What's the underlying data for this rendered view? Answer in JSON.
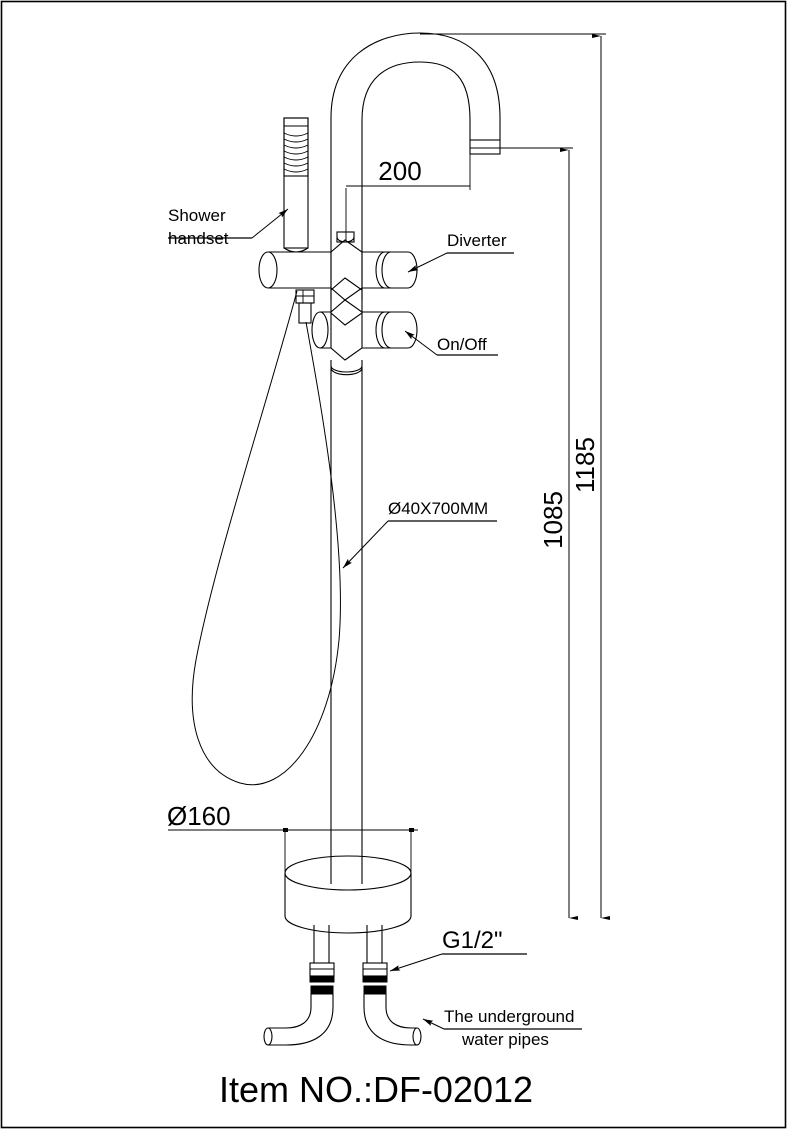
{
  "sheet": {
    "title": "Item NO.:DF-02012",
    "background_color": "#ffffff",
    "line_color": "#000000",
    "border": true
  },
  "drawing": {
    "subject": "Floor mounted bath shower mixer tap technical drawing",
    "projection": "front elevation"
  },
  "annotations": {
    "shower_handset": {
      "line1": "Shower",
      "line2": "handset",
      "leader": "arrow-up-right"
    },
    "diverter": {
      "label": "Diverter",
      "leader": "arrow-down-left"
    },
    "on_off": {
      "label": "On/Off",
      "leader": "arrow-up-left"
    },
    "riser_pipe": {
      "label": "Ø40X700MM",
      "leader": "arrow-down-left"
    },
    "inlet_thread": {
      "label": "G1/2\"",
      "leader": "arrow-down-left"
    },
    "underground_pipes": {
      "line1": "The underground",
      "line2": "water pipes",
      "leader": "arrow-left"
    }
  },
  "dimensions": {
    "spout_reach": {
      "label": "200",
      "orientation": "horizontal",
      "unit": "mm"
    },
    "base_diameter": {
      "label": "Ø160",
      "orientation": "horizontal",
      "unit": "mm"
    },
    "height_to_spout_outlet": {
      "label": "1085",
      "orientation": "vertical",
      "unit": "mm"
    },
    "overall_height": {
      "label": "1185",
      "orientation": "vertical",
      "unit": "mm"
    }
  },
  "icons": {
    "arrowhead": "dimension-arrowhead",
    "leader_arrow": "leader-arrow"
  }
}
